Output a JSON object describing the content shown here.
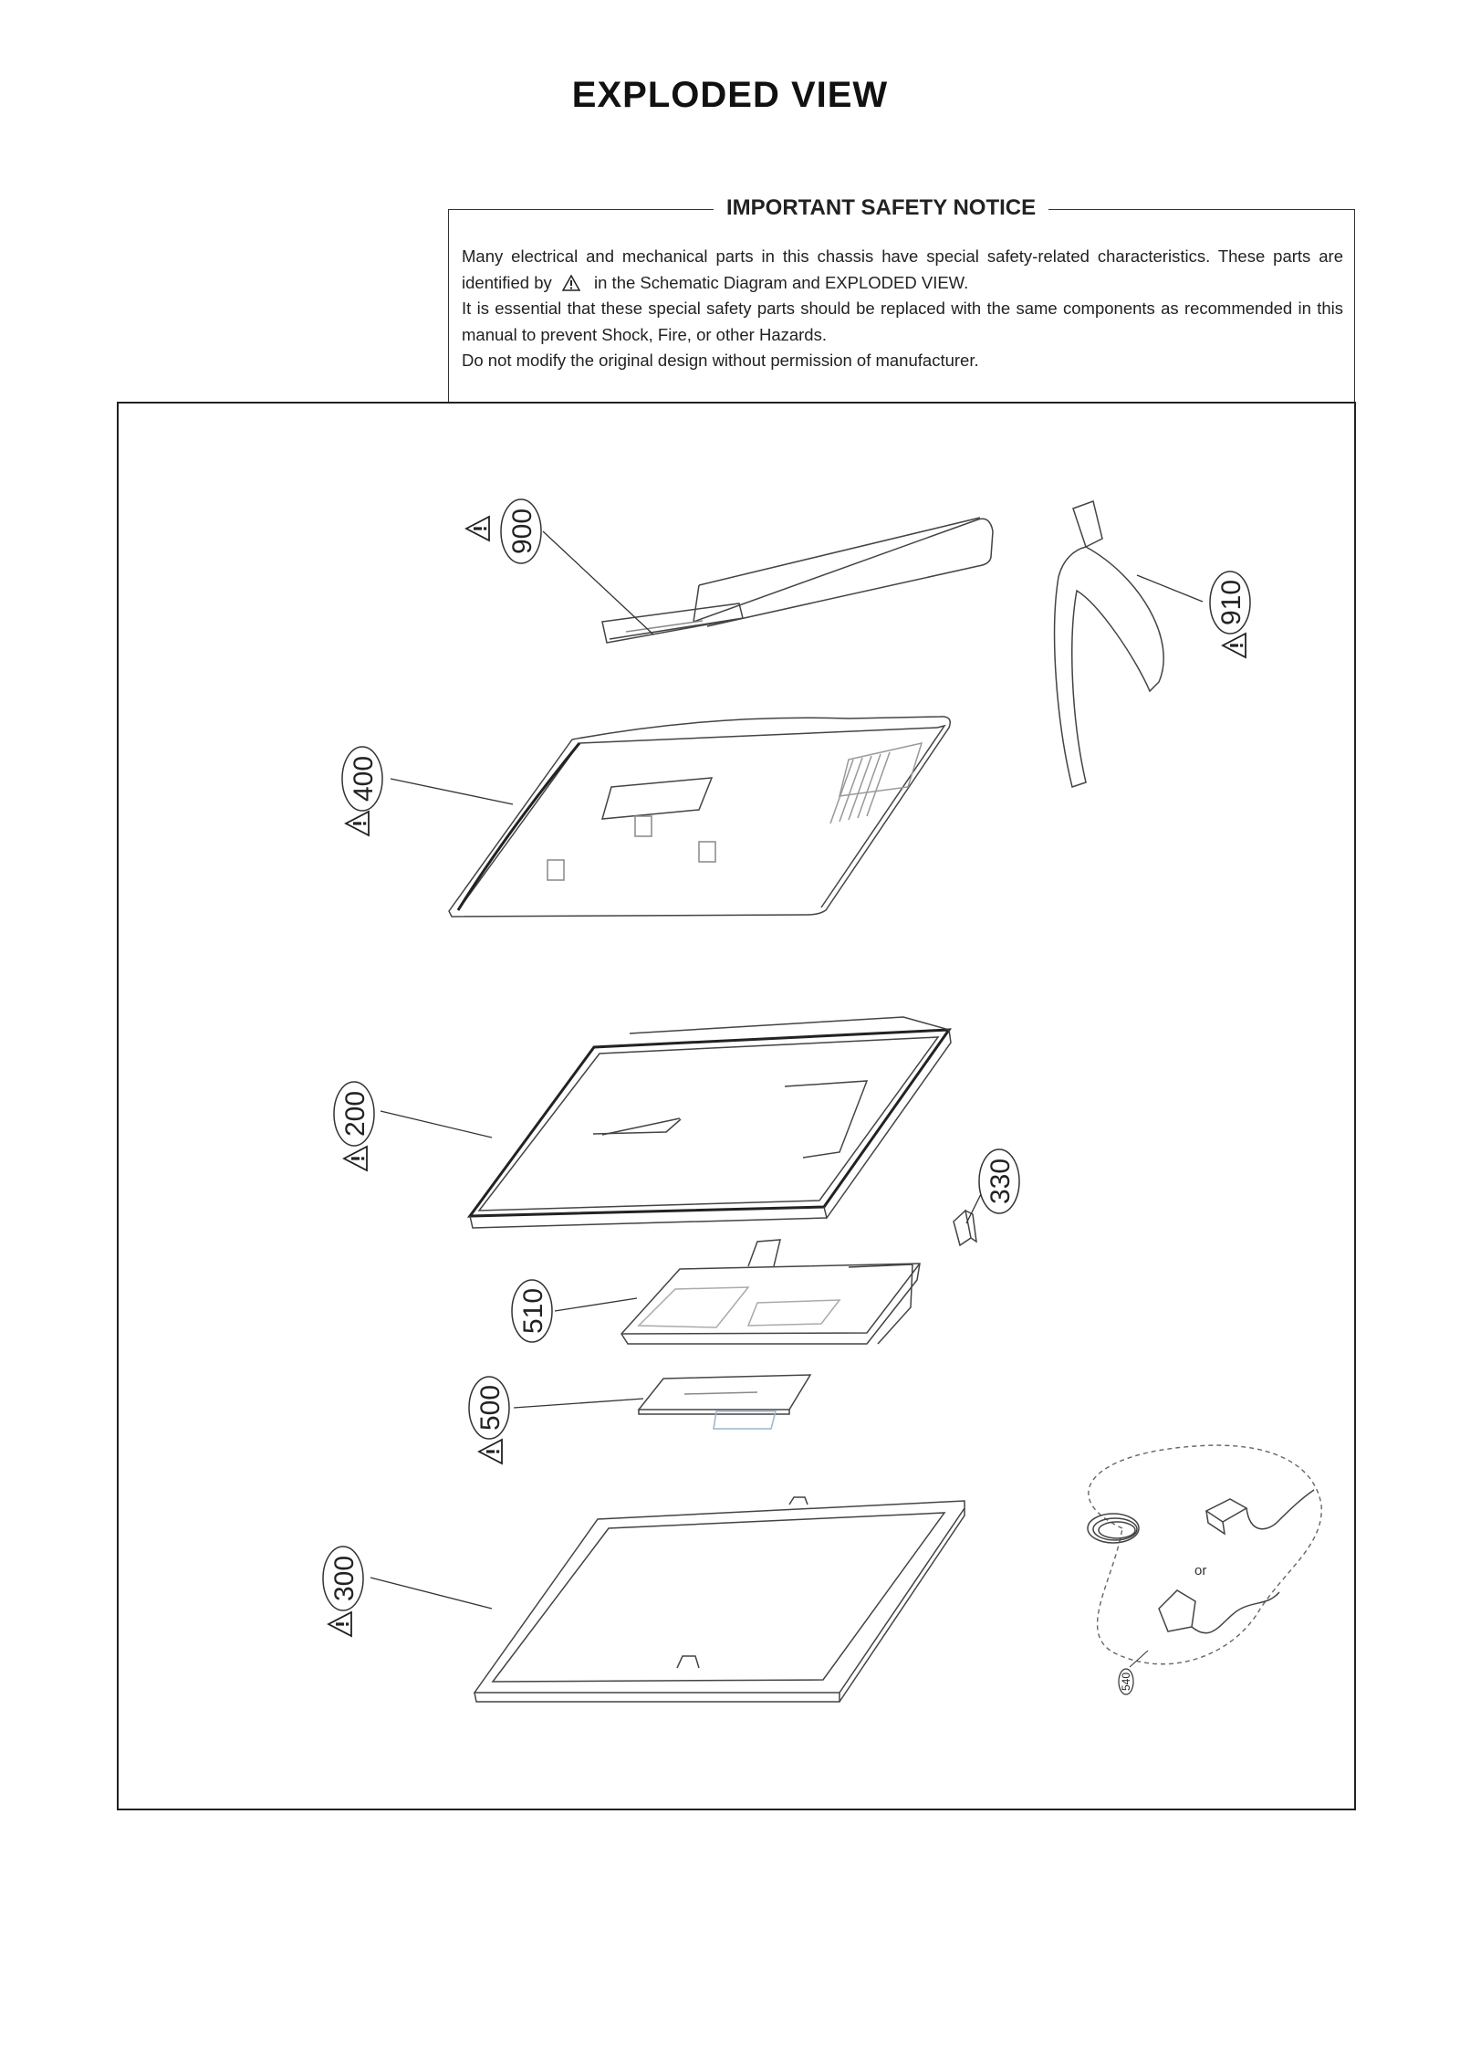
{
  "page_title": "EXPLODED  VIEW",
  "notice": {
    "heading": "IMPORTANT SAFETY NOTICE",
    "para1_a": "Many electrical and mechanical parts in this chassis have special safety-related characteristics. These parts are identified by",
    "para1_b": "in the Schematic Diagram and EXPLODED VIEW.",
    "para2": "It is essential that these special safety parts should be replaced with the same components as recommended in this manual to prevent Shock, Fire, or other Hazards.",
    "para3": "Do not modify the original design without permission of manufacturer."
  },
  "callouts": {
    "c900": "900",
    "c910": "910",
    "c400": "400",
    "c200": "200",
    "c330": "330",
    "c510": "510",
    "c500": "500",
    "c300": "300",
    "c540": "540"
  },
  "adapter_or": "or",
  "colors": {
    "line": "#333333",
    "warning_fill": "#222222"
  }
}
